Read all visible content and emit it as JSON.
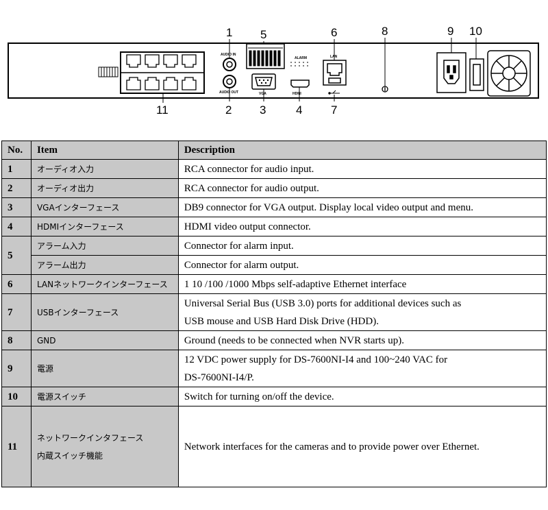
{
  "diagram": {
    "callouts": {
      "n1": "1",
      "n2": "2",
      "n3": "3",
      "n4": "4",
      "n5": "5",
      "n6": "6",
      "n7": "7",
      "n8": "8",
      "n9": "9",
      "n10": "10",
      "n11": "11"
    },
    "port_labels": {
      "audio_in": "AUDIO IN",
      "audio_out": "AUDIO OUT",
      "vga": "VGA",
      "hdmi": "HDMI",
      "lan": "LAN",
      "alarm": "ALARM"
    }
  },
  "table": {
    "headers": {
      "no": "No.",
      "item": "Item",
      "description": "Description"
    },
    "rows": [
      {
        "no": "1",
        "item": "オーディオ入力",
        "desc": "RCA connector for audio input."
      },
      {
        "no": "2",
        "item": "オーディオ出力",
        "desc": "RCA connector for audio output."
      },
      {
        "no": "3",
        "item": "VGAインターフェース",
        "desc": "DB9 connector for VGA output. Display local video output and menu."
      },
      {
        "no": "4",
        "item": "HDMIインターフェース",
        "desc": "HDMI video output connector."
      },
      {
        "no": "5",
        "item": "アラーム入力",
        "desc": "Connector for alarm input.",
        "item2": "アラーム出力",
        "desc2": "Connector for alarm output."
      },
      {
        "no": "6",
        "item": "LANネットワークインターフェース",
        "desc": "1 10 /100 /1000 Mbps self-adaptive Ethernet interface"
      },
      {
        "no": "7",
        "item": "USBインターフェース",
        "desc_l1": "Universal Serial Bus (USB 3.0) ports for additional devices such as",
        "desc_l2": "USB mouse and USB Hard Disk Drive (HDD)."
      },
      {
        "no": "8",
        "item": "GND",
        "desc": "Ground (needs to be connected when NVR starts up)."
      },
      {
        "no": "9",
        "item": "電源",
        "desc_l1": "12 VDC power supply for DS-7600NI-I4 and 100~240 VAC for",
        "desc_l2": "DS-7600NI-I4/P."
      },
      {
        "no": "10",
        "item": "電源スイッチ",
        "desc": "Switch for turning on/off the device."
      },
      {
        "no": "11",
        "item_l1": "ネットワークインタフェース",
        "item_l2": "内蔵スイッチ機能",
        "desc": "Network interfaces for the cameras and to provide power over Ethernet."
      }
    ]
  }
}
